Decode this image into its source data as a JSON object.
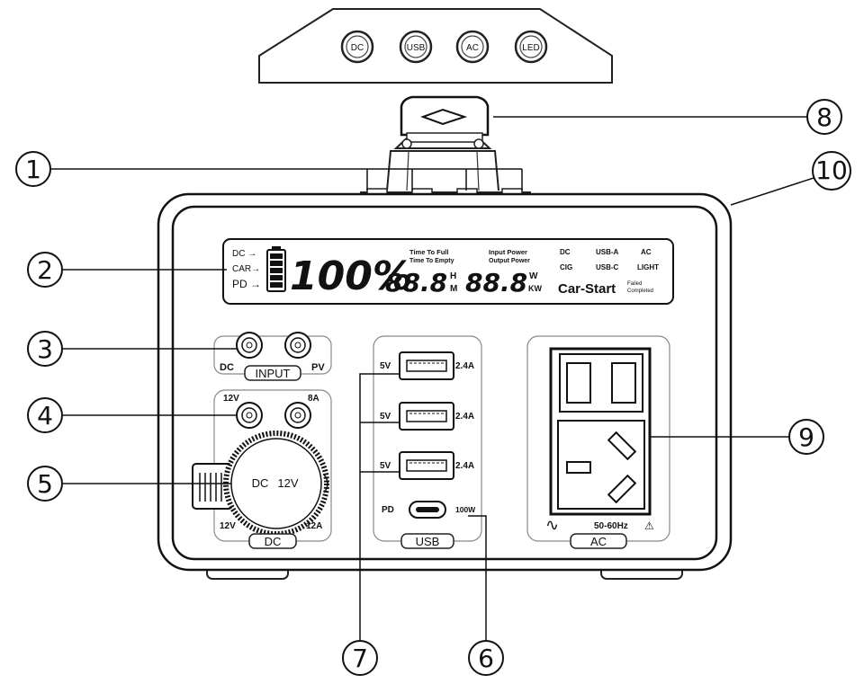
{
  "callouts": {
    "c1": "1",
    "c2": "2",
    "c3": "3",
    "c4": "4",
    "c5": "5",
    "c6": "6",
    "c7": "7",
    "c8": "8",
    "c9": "9",
    "c10": "10"
  },
  "top_panel": {
    "buttons": [
      "DC",
      "USB",
      "AC",
      "LED"
    ]
  },
  "lcd": {
    "in_dc": "DC →",
    "in_car": "CAR→",
    "in_pd": "PD →",
    "percent": "100%",
    "time_full": "Time To Full",
    "time_empty": "Time To Empty",
    "time_value": "88.8",
    "unit_h": "H",
    "unit_m": "M",
    "input_power": "Input Power",
    "output_power": "Output Power",
    "power_value": "88.8",
    "unit_w": "W",
    "unit_kw": "KW",
    "ind_dc": "DC",
    "ind_usba": "USB-A",
    "ind_ac": "AC",
    "ind_cig": "CIG",
    "ind_usbc": "USB-C",
    "ind_light": "LIGHT",
    "car_start": "Car-Start",
    "failed": "Failed",
    "completed": "Completed"
  },
  "input": {
    "title": "INPUT",
    "dc": "DC",
    "pv": "PV"
  },
  "dc_out": {
    "v_label": "12V",
    "a_label": "8A",
    "knob_dc": "DC",
    "knob_v": "12V",
    "bottom_v": "12V",
    "bottom_a": "12A",
    "title": "DC"
  },
  "usb": {
    "title": "USB",
    "ports": [
      {
        "left": "5V",
        "right": "2.4A"
      },
      {
        "left": "5V",
        "right": "2.4A"
      },
      {
        "left": "5V",
        "right": "2.4A"
      }
    ],
    "pd_left": "PD",
    "pd_right": "100W"
  },
  "ac": {
    "title": "AC",
    "wave": "∿",
    "freq": "50-60Hz",
    "warn": "⚠"
  }
}
